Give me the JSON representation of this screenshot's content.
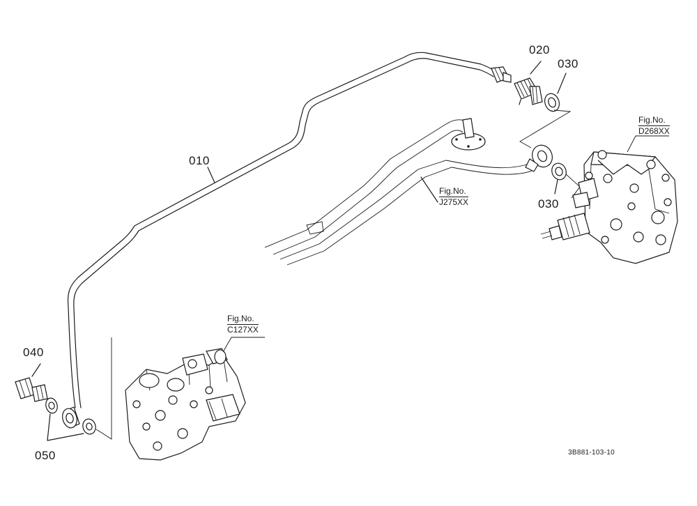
{
  "parts": {
    "p010": "010",
    "p020": "020",
    "p030_top": "030",
    "p030_mid": "030",
    "p040": "040",
    "p050": "050"
  },
  "figrefs": {
    "d268": {
      "label": "Fig.No.",
      "ref": "D268XX"
    },
    "j275": {
      "label": "Fig.No.",
      "ref": "J275XX"
    },
    "c127": {
      "label": "Fig.No.",
      "ref": "C127XX"
    }
  },
  "drawing_code": "3B881-103-10",
  "colors": {
    "line": "#1a1a1a",
    "background": "#ffffff"
  }
}
